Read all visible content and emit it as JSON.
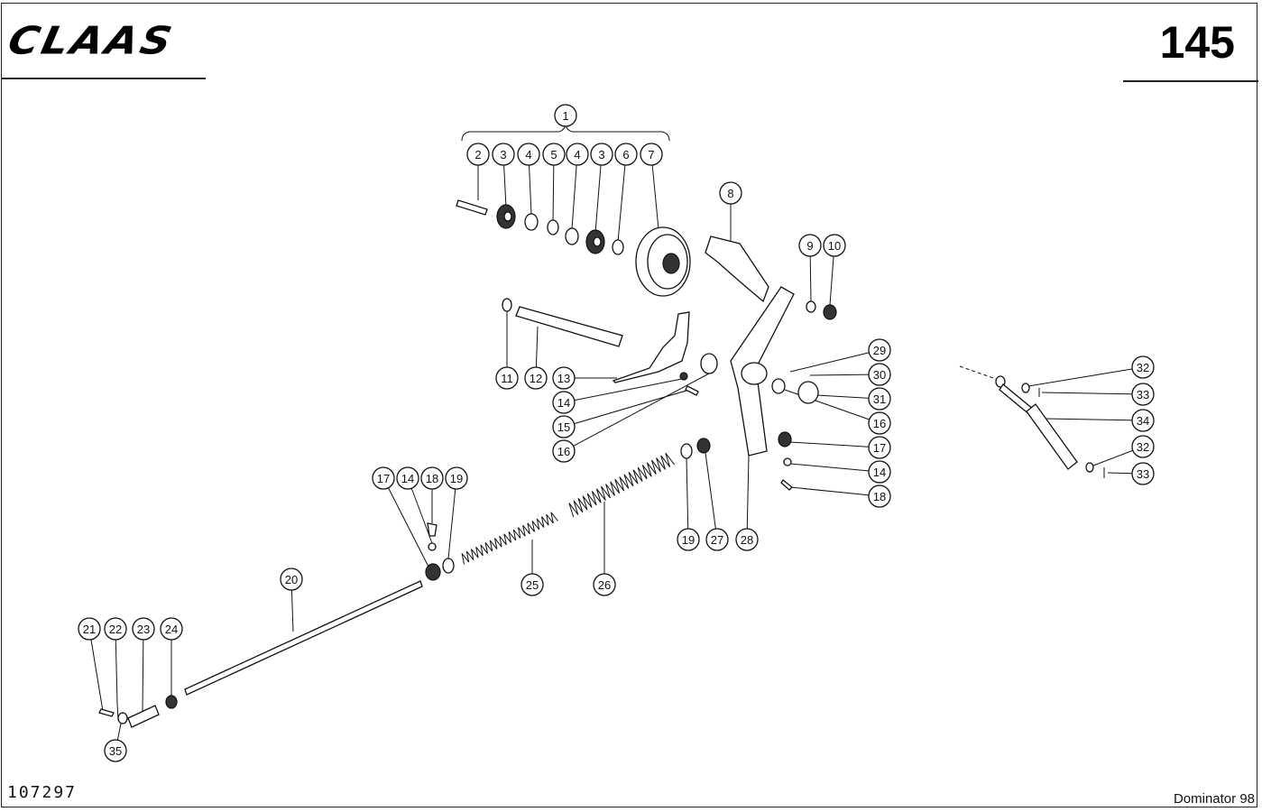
{
  "header": {
    "brand": "CLAAS",
    "page_number": "145"
  },
  "footer": {
    "drawing_number": "107297",
    "model": "Dominator 98"
  },
  "callouts": [
    "1",
    "2",
    "3",
    "4",
    "5",
    "6",
    "7",
    "8",
    "9",
    "10",
    "11",
    "12",
    "13",
    "14",
    "15",
    "16",
    "17",
    "18",
    "19",
    "20",
    "21",
    "22",
    "23",
    "24",
    "25",
    "26",
    "27",
    "28",
    "29",
    "30",
    "31",
    "32",
    "33",
    "34",
    "35"
  ]
}
